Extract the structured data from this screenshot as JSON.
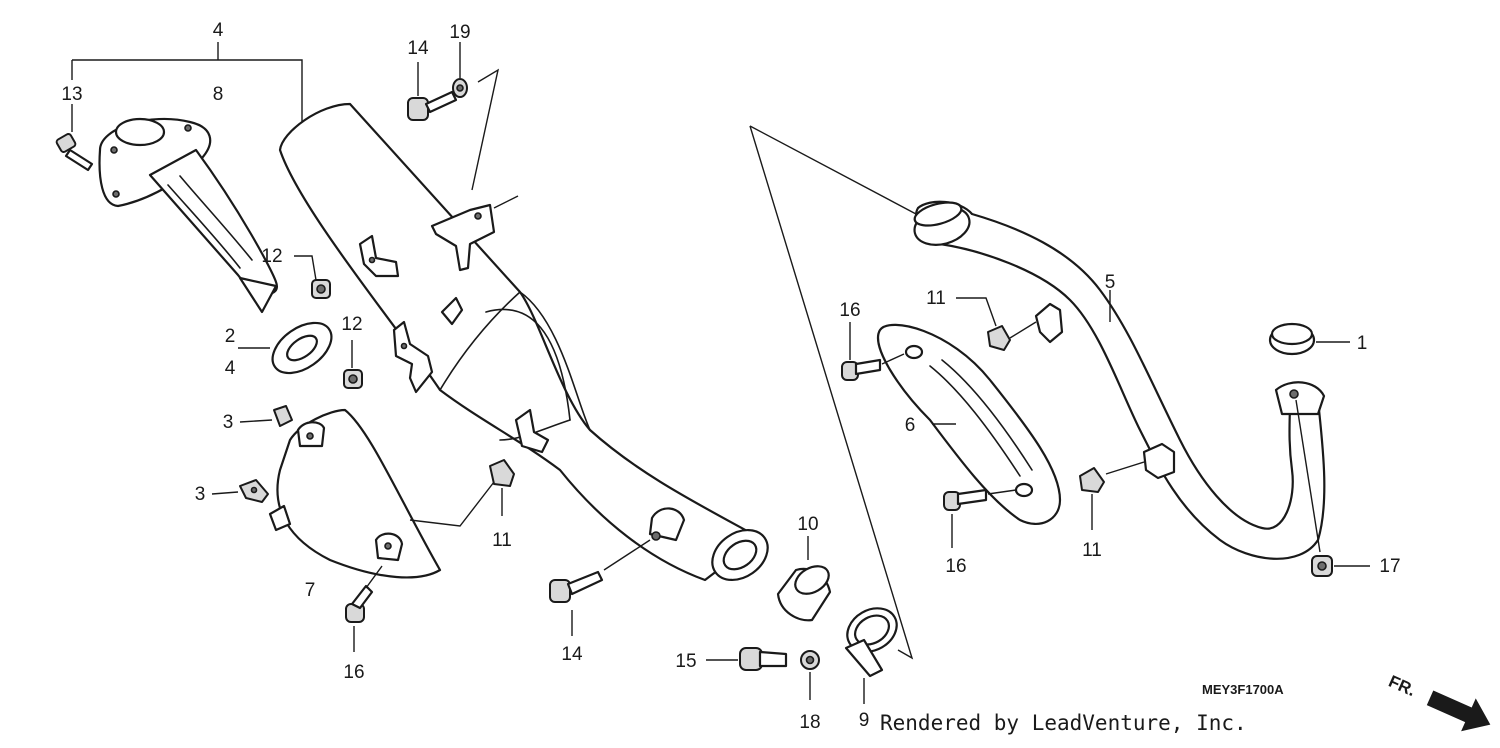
{
  "diagram": {
    "drawing_code": "MEY3F1700A",
    "credit": "Rendered by LeadVenture, Inc.",
    "direction_label": "FR.",
    "callouts": {
      "c1": "1",
      "c2": "2",
      "c3a": "3",
      "c3b": "3",
      "c4a": "4",
      "c4b": "4",
      "c5": "5",
      "c6": "6",
      "c7": "7",
      "c8": "8",
      "c9": "9",
      "c10": "10",
      "c11a": "11",
      "c11b": "11",
      "c11c": "11",
      "c12a": "12",
      "c12b": "12",
      "c13": "13",
      "c14a": "14",
      "c14b": "14",
      "c15": "15",
      "c16a": "16",
      "c16b": "16",
      "c16c": "16",
      "c17": "17",
      "c18": "18",
      "c19": "19"
    }
  }
}
